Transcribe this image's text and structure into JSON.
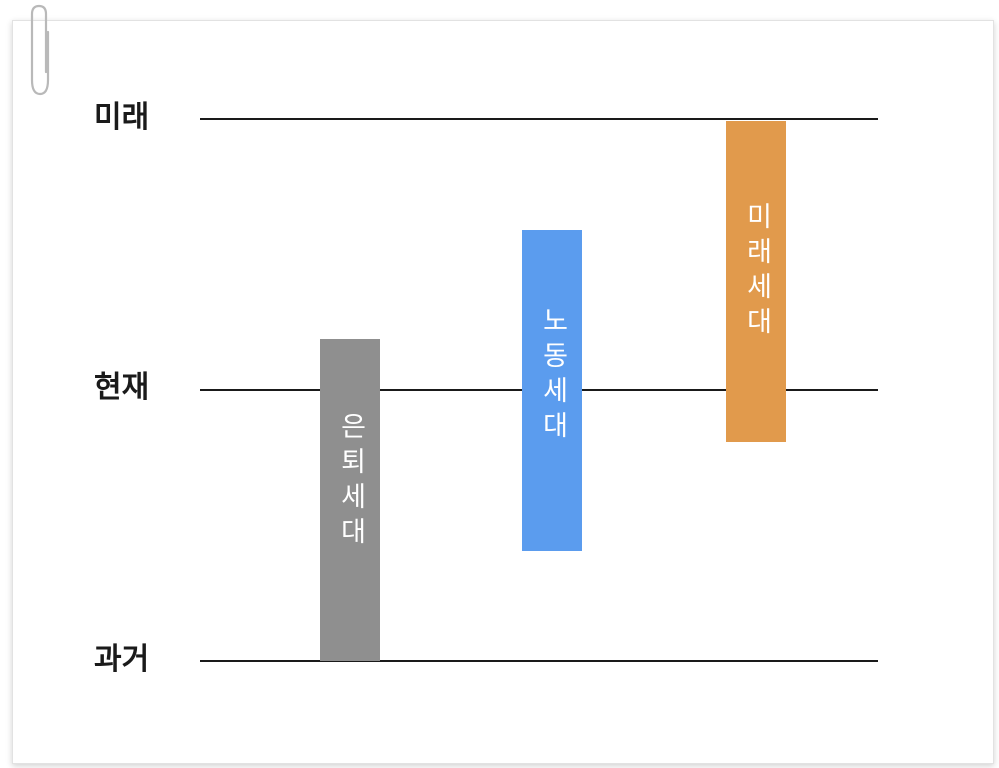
{
  "timeline": {
    "labels": {
      "future": "미래",
      "present": "현재",
      "past": "과거"
    },
    "bars": [
      {
        "id": "retired",
        "label": "은퇴세대",
        "color": "#8f8f8f"
      },
      {
        "id": "working",
        "label": "노동세대",
        "color": "#5b9cee"
      },
      {
        "id": "future",
        "label": "미래세대",
        "color": "#e19a4c"
      }
    ]
  }
}
